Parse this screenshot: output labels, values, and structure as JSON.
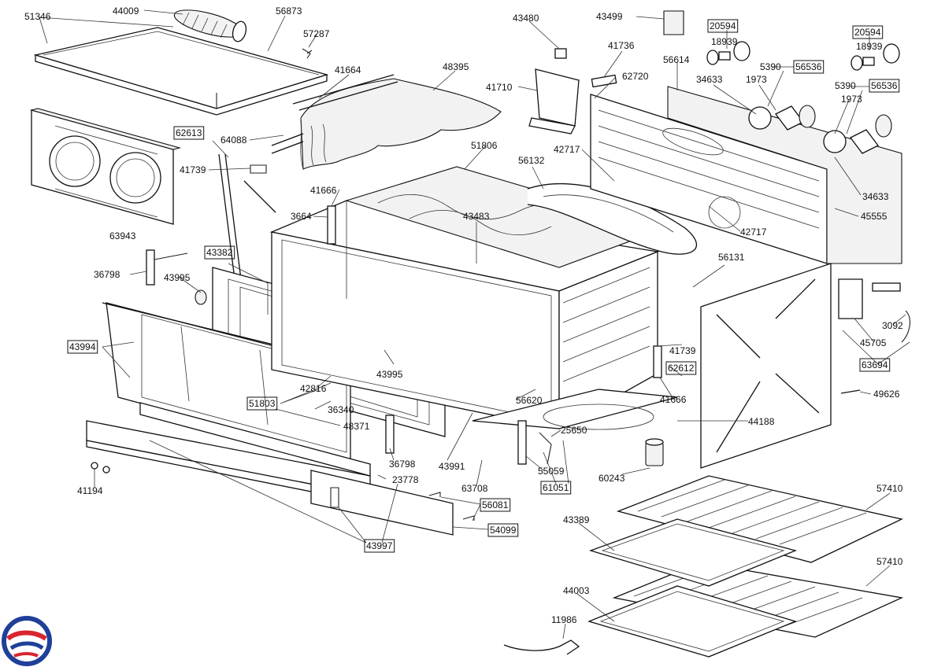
{
  "parts": [
    {
      "id": "p01",
      "label": "51346",
      "boxed": false
    },
    {
      "id": "p02",
      "label": "44009",
      "boxed": false
    },
    {
      "id": "p03",
      "label": "56873",
      "boxed": false
    },
    {
      "id": "p04",
      "label": "57287",
      "boxed": false
    },
    {
      "id": "p05",
      "label": "43480",
      "boxed": false
    },
    {
      "id": "p06",
      "label": "43499",
      "boxed": false
    },
    {
      "id": "p07",
      "label": "20594",
      "boxed": true
    },
    {
      "id": "p08",
      "label": "18939",
      "boxed": false
    },
    {
      "id": "p09",
      "label": "20594",
      "boxed": true
    },
    {
      "id": "p10",
      "label": "18939",
      "boxed": false
    },
    {
      "id": "p11",
      "label": "41736",
      "boxed": false
    },
    {
      "id": "p12",
      "label": "56614",
      "boxed": false
    },
    {
      "id": "p13",
      "label": "5390",
      "boxed": false
    },
    {
      "id": "p14",
      "label": "56536",
      "boxed": true
    },
    {
      "id": "p15",
      "label": "41664",
      "boxed": false
    },
    {
      "id": "p16",
      "label": "48395",
      "boxed": false
    },
    {
      "id": "p17",
      "label": "41710",
      "boxed": false
    },
    {
      "id": "p18",
      "label": "62720",
      "boxed": false
    },
    {
      "id": "p19",
      "label": "34633",
      "boxed": false
    },
    {
      "id": "p20",
      "label": "1973",
      "boxed": false
    },
    {
      "id": "p21",
      "label": "5390",
      "boxed": false
    },
    {
      "id": "p22",
      "label": "56536",
      "boxed": true
    },
    {
      "id": "p23",
      "label": "1973",
      "boxed": false
    },
    {
      "id": "p24",
      "label": "62613",
      "boxed": true
    },
    {
      "id": "p25",
      "label": "64088",
      "boxed": false
    },
    {
      "id": "p26",
      "label": "51806",
      "boxed": false
    },
    {
      "id": "p27",
      "label": "42717",
      "boxed": false
    },
    {
      "id": "p28",
      "label": "41739",
      "boxed": false
    },
    {
      "id": "p29",
      "label": "56132",
      "boxed": false
    },
    {
      "id": "p30",
      "label": "41666",
      "boxed": false
    },
    {
      "id": "p31",
      "label": "34633",
      "boxed": false
    },
    {
      "id": "p32",
      "label": "3664",
      "boxed": false
    },
    {
      "id": "p33",
      "label": "43483",
      "boxed": false
    },
    {
      "id": "p34",
      "label": "45555",
      "boxed": false
    },
    {
      "id": "p35",
      "label": "63943",
      "boxed": false
    },
    {
      "id": "p36",
      "label": "42717",
      "boxed": false
    },
    {
      "id": "p37",
      "label": "43382",
      "boxed": true
    },
    {
      "id": "p38",
      "label": "56131",
      "boxed": false
    },
    {
      "id": "p39",
      "label": "36798",
      "boxed": false
    },
    {
      "id": "p40",
      "label": "43995",
      "boxed": false
    },
    {
      "id": "p41",
      "label": "3092",
      "boxed": false
    },
    {
      "id": "p42",
      "label": "43994",
      "boxed": true
    },
    {
      "id": "p43",
      "label": "41739",
      "boxed": false
    },
    {
      "id": "p44",
      "label": "45705",
      "boxed": false
    },
    {
      "id": "p45",
      "label": "43995",
      "boxed": false
    },
    {
      "id": "p46",
      "label": "62612",
      "boxed": true
    },
    {
      "id": "p47",
      "label": "63694",
      "boxed": true
    },
    {
      "id": "p48",
      "label": "42816",
      "boxed": false
    },
    {
      "id": "p49",
      "label": "41666",
      "boxed": false
    },
    {
      "id": "p50",
      "label": "49626",
      "boxed": false
    },
    {
      "id": "p51",
      "label": "51803",
      "boxed": true
    },
    {
      "id": "p52",
      "label": "36340",
      "boxed": false
    },
    {
      "id": "p53",
      "label": "56620",
      "boxed": false
    },
    {
      "id": "p54",
      "label": "25650",
      "boxed": false
    },
    {
      "id": "p55",
      "label": "44188",
      "boxed": false
    },
    {
      "id": "p56",
      "label": "48371",
      "boxed": false
    },
    {
      "id": "p57",
      "label": "43991",
      "boxed": false
    },
    {
      "id": "p58",
      "label": "36798",
      "boxed": false
    },
    {
      "id": "p59",
      "label": "55059",
      "boxed": false
    },
    {
      "id": "p60",
      "label": "60243",
      "boxed": false
    },
    {
      "id": "p61",
      "label": "61051",
      "boxed": true
    },
    {
      "id": "p62",
      "label": "23778",
      "boxed": false
    },
    {
      "id": "p63",
      "label": "63708",
      "boxed": false
    },
    {
      "id": "p64",
      "label": "41194",
      "boxed": false
    },
    {
      "id": "p65",
      "label": "56081",
      "boxed": true
    },
    {
      "id": "p66",
      "label": "57410",
      "boxed": false
    },
    {
      "id": "p67",
      "label": "54099",
      "boxed": true
    },
    {
      "id": "p68",
      "label": "43389",
      "boxed": false
    },
    {
      "id": "p69",
      "label": "43997",
      "boxed": true
    },
    {
      "id": "p70",
      "label": "57410",
      "boxed": false
    },
    {
      "id": "p71",
      "label": "44003",
      "boxed": false
    },
    {
      "id": "p72",
      "label": "11986",
      "boxed": false
    }
  ],
  "logo": {
    "icon": "brand-swirl-logo",
    "colors": [
      "#1f3f99",
      "#d8262e"
    ]
  }
}
